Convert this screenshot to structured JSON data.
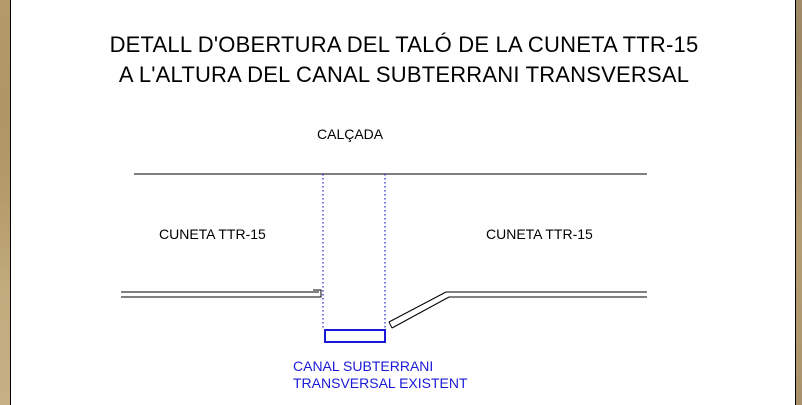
{
  "title": {
    "line1": "DETALL D'OBERTURA DEL TALÓ DE LA CUNETA TTR-15",
    "line2": "A L'ALTURA DEL CANAL SUBTERRANI TRANSVERSAL"
  },
  "labels": {
    "calcada": "CALÇADA",
    "cuneta_left": "CUNETA  TTR-15",
    "cuneta_right": "CUNETA  TTR-15",
    "canal_line1": "CANAL SUBTERRANI",
    "canal_line2": "TRANSVERSAL EXISTENT"
  },
  "colors": {
    "line": "#000000",
    "accent_blue": "#1a1ad6"
  }
}
